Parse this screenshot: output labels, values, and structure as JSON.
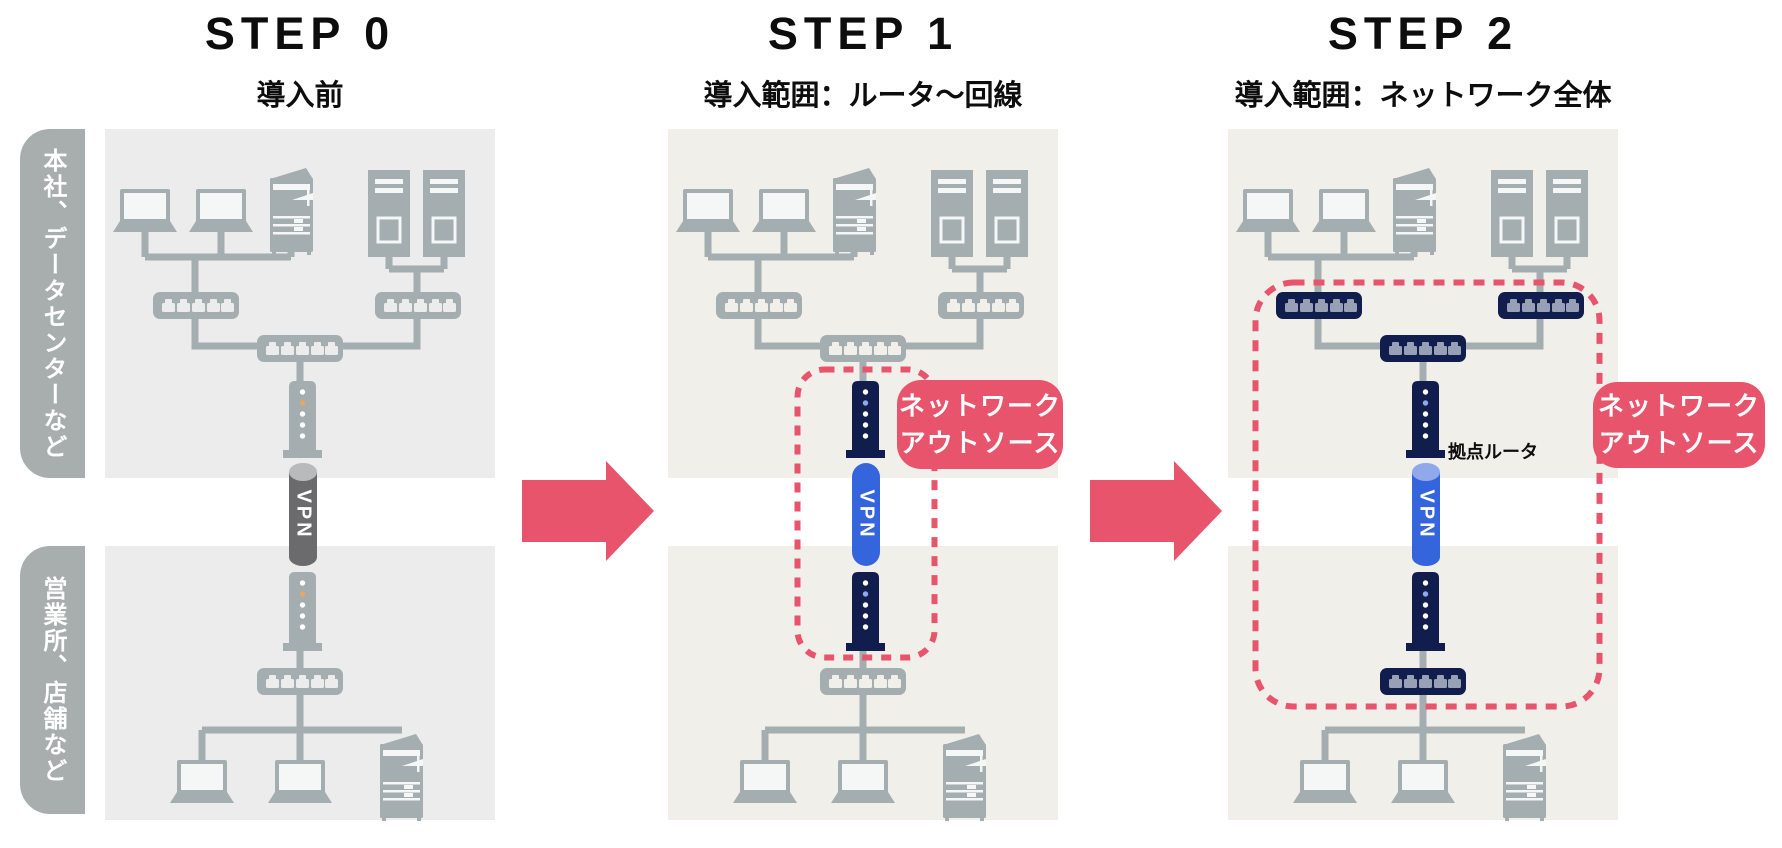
{
  "title_area": {
    "panels": [
      {
        "step": "STEP 0",
        "subtitle": "導入前",
        "vpn_label": "VPN"
      },
      {
        "step": "STEP 1",
        "subtitle": "導入範囲：ルータ～回線",
        "vpn_label": "VPN",
        "outsource_line1": "ネットワーク",
        "outsource_line2": "アウトソース"
      },
      {
        "step": "STEP 2",
        "subtitle": "導入範囲：ネットワーク全体",
        "vpn_label": "VPN",
        "outsource_line1": "ネットワーク",
        "outsource_line2": "アウトソース",
        "router_annotation": "拠点ルータ"
      }
    ]
  },
  "sidebar": {
    "top_label": "本社、データセンターなど",
    "bottom_label": "営業所、店舗など"
  },
  "icons": [
    "laptop-icon",
    "copier-icon",
    "server-icon",
    "switch-icon",
    "router-icon",
    "vpn-cylinder-icon",
    "arrow-right-icon"
  ],
  "colors": {
    "pink": "#e8546b",
    "navy": "#111d4d",
    "blue": "#3565dd",
    "blue_light": "#90a9ea",
    "gray": "#a4adb0",
    "vpn_gray": "#6b6b6d",
    "vpn_gray_light": "#b9babc",
    "orange": "#eca55f",
    "panel1_bg": "#ececec",
    "panel23_bg": "#f1efe9",
    "sidebar_bg": "#a8aeae",
    "port_navy": "#98a0b6",
    "screen": "#f5f6f6",
    "ink": "#0d0d0d"
  }
}
